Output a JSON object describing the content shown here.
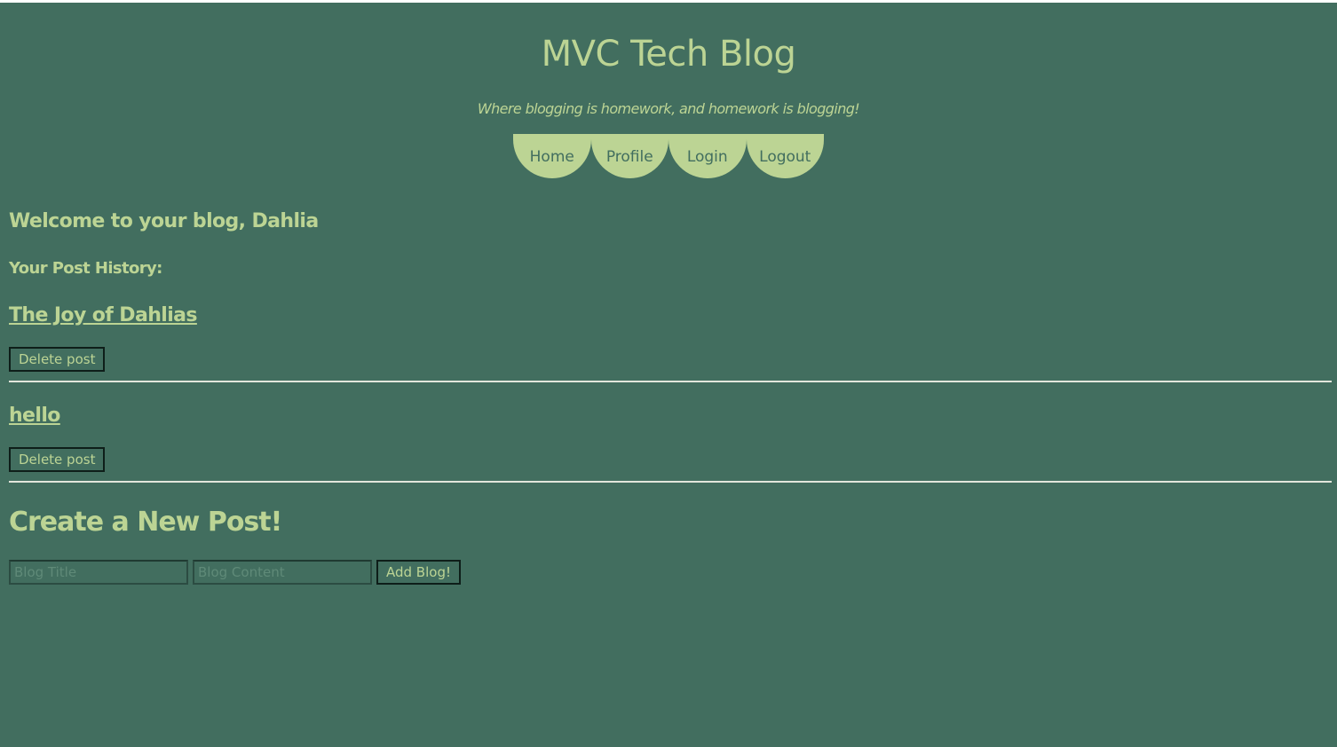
{
  "header": {
    "title": "MVC Tech Blog",
    "tagline": "Where blogging is homework, and homework is blogging!"
  },
  "nav": {
    "items": [
      {
        "label": "Home"
      },
      {
        "label": "Profile"
      },
      {
        "label": "Login"
      },
      {
        "label": "Logout"
      }
    ]
  },
  "dashboard": {
    "welcome": "Welcome to your blog, Dahlia",
    "history_heading": "Your Post History:",
    "posts": [
      {
        "title": "The Joy of Dahlias",
        "delete_label": "Delete post"
      },
      {
        "title": "hello",
        "delete_label": "Delete post"
      }
    ]
  },
  "create": {
    "heading": "Create a New Post!",
    "title_placeholder": "Blog Title",
    "content_placeholder": "Blog Content",
    "submit_label": "Add Blog!"
  },
  "colors": {
    "background": "#426e5f",
    "accent": "#bcd494",
    "divider": "#e2e6dc"
  }
}
